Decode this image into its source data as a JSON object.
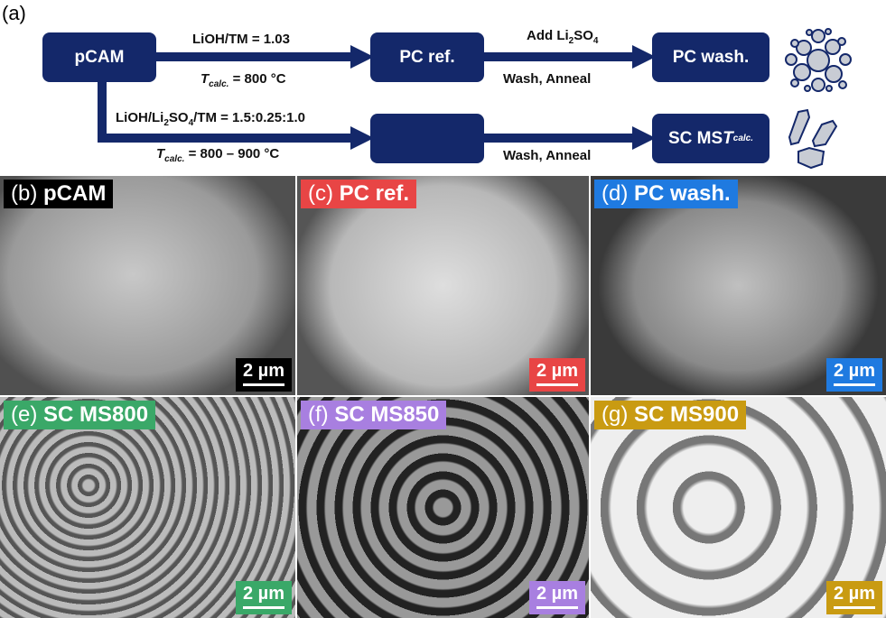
{
  "diagram": {
    "panel_label": "(a)",
    "nodes": {
      "pcam": "pCAM",
      "pc_ref": "PC ref.",
      "pc_wash": "PC wash.",
      "sc_ms": "SC MS",
      "sc_ms_sub": "T",
      "sc_ms_subscript": "calc."
    },
    "edges": {
      "top1_above": "LiOH/TM = 1.03",
      "top1_below_T": "T",
      "top1_below_sub": "calc.",
      "top1_below_rest": " = 800 °C",
      "top2_above_a": "Add Li",
      "top2_above_b": "2",
      "top2_above_c": "SO",
      "top2_above_d": "4",
      "top2_below": "Wash, Anneal",
      "bot1_above_a": "LiOH/Li",
      "bot1_above_b": "2",
      "bot1_above_c": "SO",
      "bot1_above_d": "4",
      "bot1_above_e": "/TM  = 1.5:0.25:1.0",
      "bot1_below_T": "T",
      "bot1_below_sub": "calc.",
      "bot1_below_rest": " = 800 – 900 °C",
      "bot2_below": "Wash, Anneal"
    },
    "color": "#14286a"
  },
  "panels": [
    {
      "letter": "(b)",
      "title": "pCAM",
      "color": "#000000",
      "scale": "2 µm"
    },
    {
      "letter": "(c)",
      "title": "PC ref.",
      "color": "#e84545",
      "scale": "2 µm"
    },
    {
      "letter": "(d)",
      "title": "PC wash.",
      "color": "#1f7ae0",
      "scale": "2 µm"
    },
    {
      "letter": "(e)",
      "title": "SC MS800",
      "color": "#3aa868",
      "scale": "2 µm"
    },
    {
      "letter": "(f)",
      "title": "SC MS850",
      "color": "#a87fe0",
      "scale": "2 µm"
    },
    {
      "letter": "(g)",
      "title": "SC MS900",
      "color": "#c99b12",
      "scale": "2 µm"
    }
  ]
}
